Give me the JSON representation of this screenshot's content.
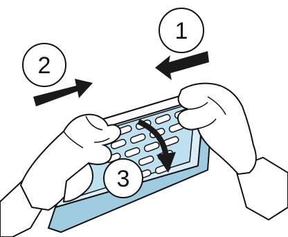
{
  "steps": [
    {
      "number": "1",
      "description_icon": "arrow-left"
    },
    {
      "number": "2",
      "description_icon": "arrow-right"
    },
    {
      "number": "3",
      "description_icon": "arrow-down"
    }
  ],
  "colors": {
    "outline": "#111111",
    "filter_light": "#dbeef7",
    "filter_mid": "#bfe0ee",
    "filter_shadow": "#9fcbe0",
    "arrow": "#1a1a1a"
  }
}
